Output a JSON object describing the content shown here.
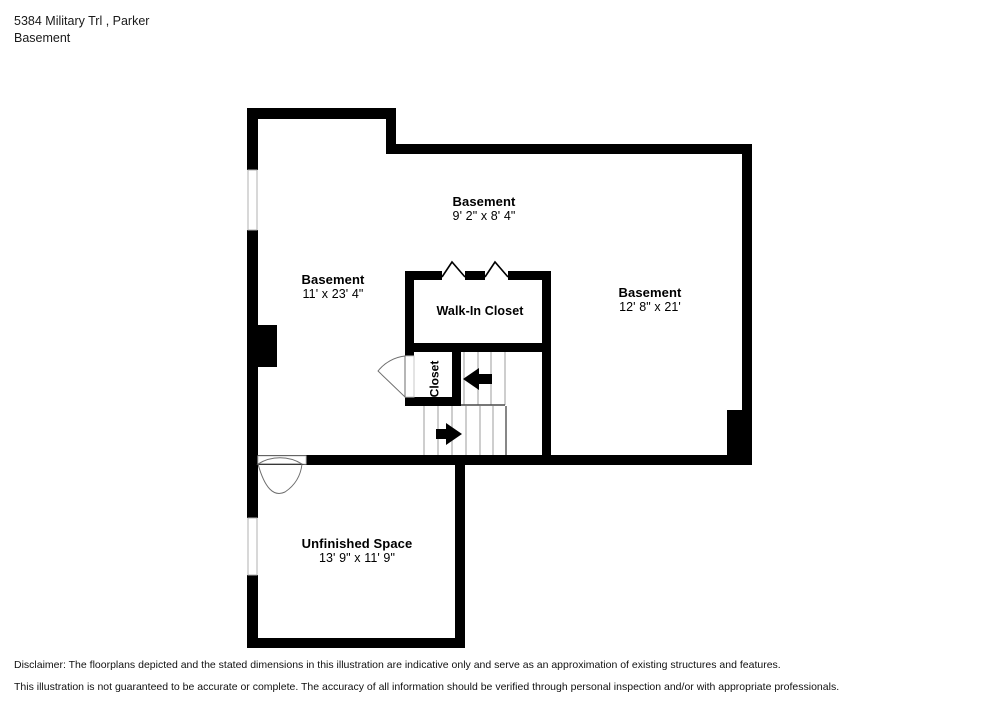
{
  "header": {
    "address": "5384 Military Trl , Parker",
    "level": "Basement"
  },
  "plan": {
    "wall_color": "#000000",
    "background_color": "#ffffff",
    "opening_color": "#ffffff",
    "door_arc_color": "#6e6e6e",
    "stair_tread_color": "#b8b8b8",
    "arrow_color": "#000000"
  },
  "rooms": [
    {
      "id": "basement-left",
      "name": "Basement",
      "dimensions": "11' x 23' 4\""
    },
    {
      "id": "basement-top",
      "name": "Basement",
      "dimensions": "9' 2\" x 8' 4\""
    },
    {
      "id": "basement-right",
      "name": "Basement",
      "dimensions": "12' 8\" x 21'"
    },
    {
      "id": "walk-in-closet",
      "name": "Walk-In Closet",
      "dimensions": ""
    },
    {
      "id": "closet",
      "name": "Closet",
      "dimensions": ""
    },
    {
      "id": "unfinished-space",
      "name": "Unfinished Space",
      "dimensions": "13' 9\" x 11' 9\""
    }
  ],
  "disclaimer": {
    "line1": "Disclaimer: The floorplans depicted and the stated dimensions in this illustration are indicative only and serve as an approximation of existing structures and features.",
    "line2": "This illustration is not guaranteed to be accurate or complete. The accuracy of all information should be verified through personal inspection and/or with appropriate professionals."
  }
}
